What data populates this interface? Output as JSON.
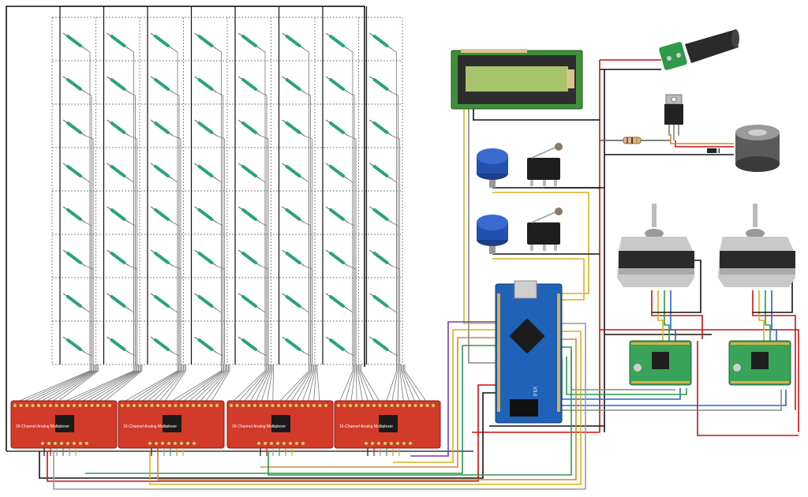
{
  "board": {
    "label_top": "",
    "label_mid": "",
    "label_bottom": "",
    "silk": "V3.0"
  },
  "mux_boards": [
    {
      "label": "16-Channel Analog Multiplexer"
    },
    {
      "label": "16-Channel Analog Multiplexer"
    },
    {
      "label": "16-Channel Analog Multiplexer"
    },
    {
      "label": "16-Channel Analog Multiplexer"
    }
  ],
  "grid": {
    "rows": 8,
    "cols": 8
  },
  "colors": {
    "wire_black": "#111111",
    "wire_red": "#cc1111",
    "wire_yellow": "#d6b21e",
    "wire_orange": "#d2883a",
    "wire_green": "#2a9a4a",
    "wire_blue": "#2b62c9",
    "wire_purple": "#7a3aa8",
    "wire_gray": "#9a9a9a",
    "reed_green": "#2aa37a",
    "mux_red": "#d23a2a",
    "nano_blue": "#1f63b8",
    "lcd_green": "#a7c46a",
    "pcb_green": "#3aa35a"
  },
  "icons": {
    "lcd": "lcd-16x2-icon",
    "dc_jack": "dc-barrel-jack-icon",
    "mosfet": "to220-transistor-icon",
    "solenoid": "electromagnet-icon",
    "button": "arcade-button-icon",
    "limit": "microswitch-icon",
    "stepper": "stepper-motor-icon",
    "driver": "stepper-driver-icon",
    "resistor": "resistor-icon",
    "diode": "diode-icon",
    "reed": "reed-switch-icon",
    "nano": "arduino-nano-icon",
    "mux": "mux-board-icon"
  }
}
